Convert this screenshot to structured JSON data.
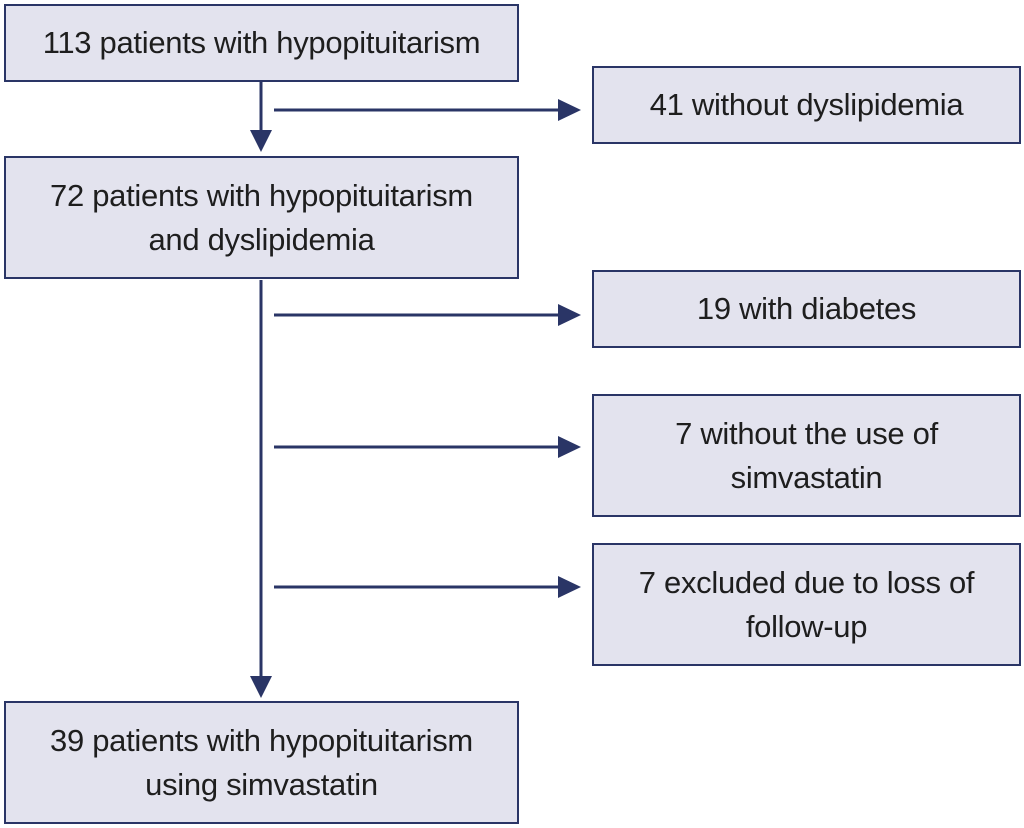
{
  "colors": {
    "box_fill": "#e3e3ee",
    "box_border": "#2a3566",
    "arrow": "#2a3566",
    "text": "#1e1e1e"
  },
  "main_flow": {
    "start": {
      "lines": [
        "113 patients with hypopituitarism"
      ]
    },
    "middle": {
      "lines": [
        "72 patients with hypopituitarism",
        "and dyslipidemia"
      ]
    },
    "final": {
      "lines": [
        "39 patients with hypopituitarism",
        "using simvastatin"
      ]
    }
  },
  "exclusions": [
    {
      "lines": [
        "41 without dyslipidemia"
      ]
    },
    {
      "lines": [
        "19 with diabetes"
      ]
    },
    {
      "lines": [
        "7 without the use of",
        "simvastatin"
      ]
    },
    {
      "lines": [
        "7 excluded due to loss of",
        "follow-up"
      ]
    }
  ]
}
